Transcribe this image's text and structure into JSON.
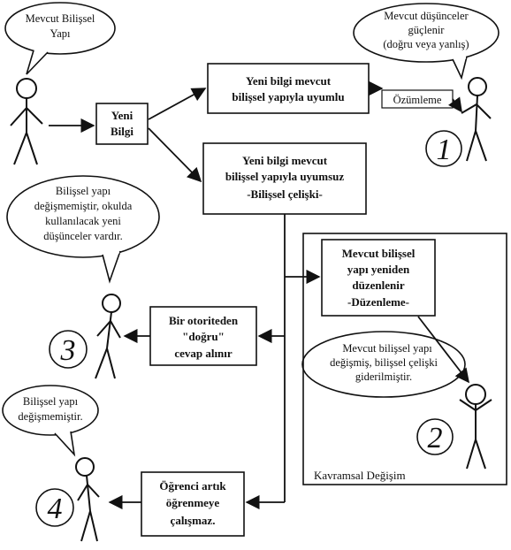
{
  "bubbles": {
    "top_left": [
      "Mevcut Bilişsel",
      "Yapı"
    ],
    "top_right": [
      "Mevcut düşünceler",
      "güçlenir",
      "(doğru veya yanlış)"
    ],
    "mid_left": [
      "Bilişsel yapı",
      "değişmemiştir, okulda",
      "kullanılacak yeni",
      "düşünceler vardır."
    ],
    "mid_right": [
      "Mevcut bilişsel yapı",
      "değişmiş, bilişsel çelişki",
      "giderilmiştir."
    ],
    "bottom_left": [
      "Bilişsel yapı",
      "değişmemiştir."
    ]
  },
  "boxes": {
    "new_info": [
      "Yeni",
      "Bilgi"
    ],
    "compatible": [
      "Yeni bilgi mevcut",
      "bilişsel yapıyla uyumlu"
    ],
    "incompatible": [
      "Yeni bilgi mevcut",
      "bilişsel yapıyla uyumsuz",
      "-Bilişsel çelişki-"
    ],
    "reorganize": [
      "Mevcut bilişsel",
      "yapı yeniden",
      "düzenlenir",
      "-Düzenleme-"
    ],
    "authority": [
      "Bir otoriteden",
      "\"doğru\"",
      "cevap alınır"
    ],
    "quits": [
      "Öğrenci artık",
      "öğrenmeye",
      "çalışmaz."
    ]
  },
  "labels": {
    "assimilation": "Özümleme",
    "conceptual_change": "Kavramsal Değişim"
  },
  "numbers": [
    "1",
    "2",
    "3",
    "4"
  ]
}
